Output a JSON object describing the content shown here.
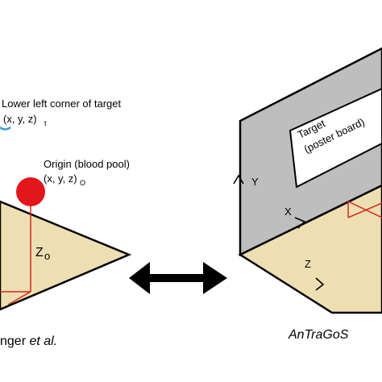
{
  "left_panel": {
    "target_corner_label": "Lower left corner of target",
    "target_corner_coord": "(x, y, z)",
    "target_corner_sub": "t",
    "origin_label": "Origin (blood pool)",
    "origin_coord": "(x, y, z)",
    "origin_sub": "O",
    "height_label": "Z",
    "height_sub": "o",
    "caption_prefix": "nger ",
    "caption_emph": "et al."
  },
  "right_panel": {
    "target_label_line1": "Target",
    "target_label_line2": "(poster board)",
    "axis_y": "Y",
    "axis_x": "X",
    "axis_z": "Z",
    "caption": "AnTraGoS"
  },
  "colors": {
    "floor": "#eedfb2",
    "wall": "#bebebe",
    "blood": "#e3161b",
    "guide_lines": "#d42a1e",
    "outline": "#000000",
    "accent_blue": "#3a9fd6"
  },
  "relation_arrow": "double-headed-arrow"
}
